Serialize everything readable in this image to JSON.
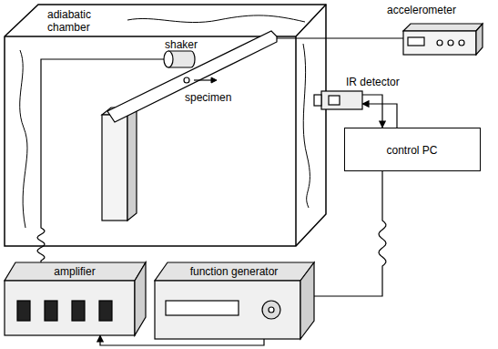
{
  "diagram": {
    "nodes": [
      {
        "text": [
          "adiabatic chamber"
        ]
      },
      {
        "text": [
          "shaker"
        ],
        "in": 0
      },
      {
        "text": [
          "specimen"
        ],
        "in": 0
      },
      {
        "text": [
          "accelerometer"
        ]
      },
      {
        "text": [
          "IR detector"
        ]
      },
      {
        "text": [
          "control PC"
        ]
      },
      {
        "text": [
          "amplifier"
        ]
      },
      {
        "text": [
          "function generator"
        ]
      }
    ],
    "edges": [
      {
        "from": 2,
        "to": 3,
        "arrow": "none"
      },
      {
        "from": 6,
        "to": 1,
        "arrow": "none"
      },
      {
        "from": 4,
        "to": 5,
        "arrow": "to"
      },
      {
        "from": 5,
        "to": 4,
        "arrow": "to"
      },
      {
        "from": 5,
        "to": 7,
        "arrow": "none"
      },
      {
        "from": 7,
        "to": 6,
        "arrow": "to"
      }
    ]
  }
}
